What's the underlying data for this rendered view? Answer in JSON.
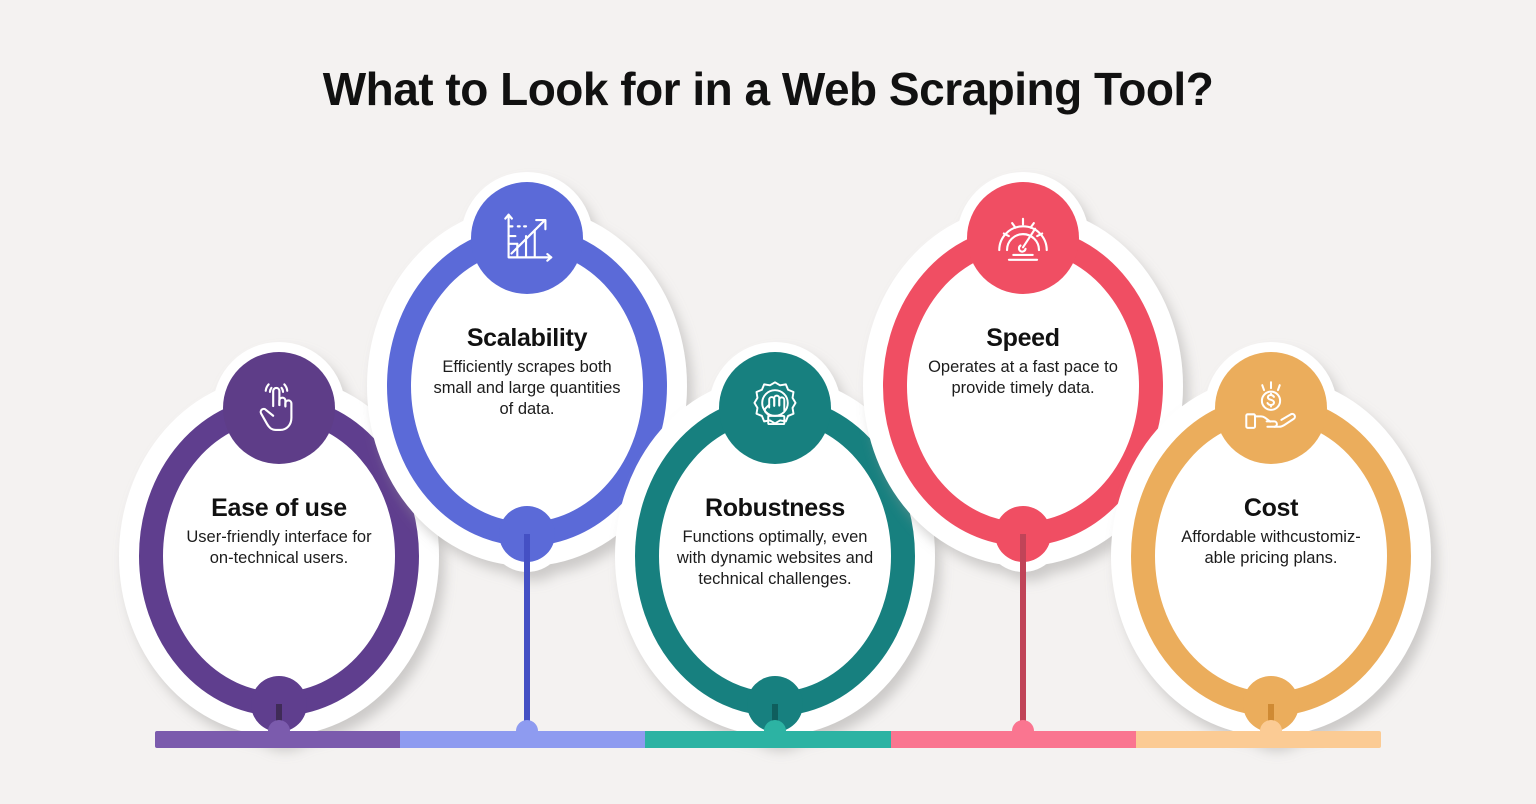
{
  "page": {
    "title": "What to Look for in a Web Scraping Tool?",
    "background_color": "#f4f2f1",
    "title_color": "#111111"
  },
  "items": [
    {
      "id": "ease-of-use",
      "title": "Ease of use",
      "description": "User-friendly interface for on-technical users.",
      "icon": "tap-hand-icon",
      "ring_color": "#5f3e8e",
      "icon_circle_color": "#5e3d88",
      "knob_color": "#5f3e8e",
      "stem_color": "#3f2b57",
      "bar_color": "#7b5bad",
      "bar_knob_color": "#7b5bad"
    },
    {
      "id": "scalability",
      "title": "Scalability",
      "description": "Efficiently scrapes both small and large quantities of data.",
      "icon": "growth-chart-icon",
      "ring_color": "#5b6ad8",
      "icon_circle_color": "#5b6ad8",
      "knob_color": "#5b6ad8",
      "stem_color": "#4450c4",
      "bar_color": "#8e9bf0",
      "bar_knob_color": "#8e9bf0"
    },
    {
      "id": "robustness",
      "title": "Robustness",
      "description": "Functions optimally, even with dynamic websites and technical challenges.",
      "icon": "fist-in-gear-icon",
      "ring_color": "#17807f",
      "icon_circle_color": "#17807f",
      "knob_color": "#17807f",
      "stem_color": "#0f5e5d",
      "bar_color": "#2cb3a3",
      "bar_knob_color": "#2cb3a3"
    },
    {
      "id": "speed",
      "title": "Speed",
      "description": "Operates at a fast pace to provide timely data.",
      "icon": "speedometer-icon",
      "ring_color": "#f04e63",
      "icon_circle_color": "#f04e63",
      "knob_color": "#f04e63",
      "stem_color": "#c04458",
      "bar_color": "#fa7590",
      "bar_knob_color": "#fa7590"
    },
    {
      "id": "cost",
      "title": "Cost",
      "description": "Affordable withcustomiz- able pricing plans.",
      "icon": "hand-holding-coin-icon",
      "ring_color": "#ebad5c",
      "icon_circle_color": "#ebad5c",
      "knob_color": "#ebad5c",
      "stem_color": "#cf8a33",
      "bar_color": "#fbcb94",
      "bar_knob_color": "#fbcb94"
    }
  ],
  "baseline_bar": {
    "segments": [
      "#7b5bad",
      "#8e9bf0",
      "#2cb3a3",
      "#fa7590",
      "#fbcb94"
    ]
  }
}
